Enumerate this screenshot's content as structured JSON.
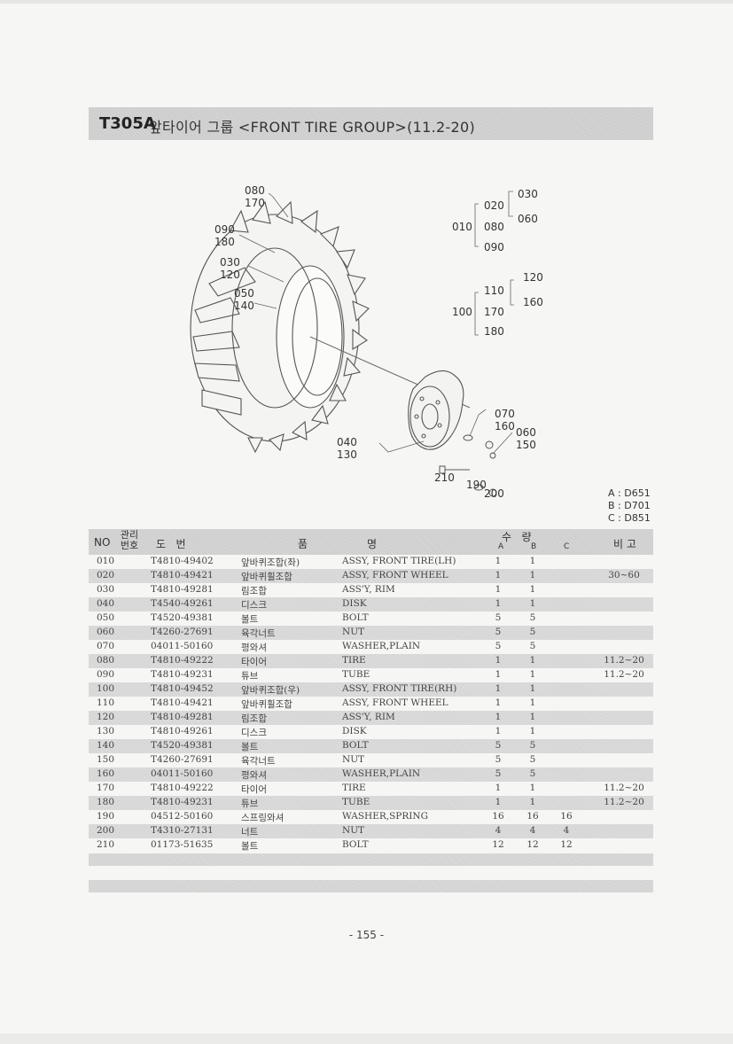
{
  "title": {
    "code": "T305A",
    "text": "앞타이어 그룹 <FRONT TIRE GROUP>(11.2-20)"
  },
  "diagram": {
    "callouts": [
      "080",
      "170",
      "090",
      "180",
      "030",
      "120",
      "050",
      "140",
      "040",
      "130",
      "210",
      "190",
      "200",
      "070",
      "160",
      "060",
      "150",
      "030",
      "020",
      "060",
      "010",
      "080",
      "090",
      "120",
      "110",
      "160",
      "100",
      "170",
      "180"
    ],
    "model_legend": [
      "A : D651",
      "B : D701",
      "C : D851"
    ]
  },
  "table": {
    "headers": {
      "no": "NO",
      "mgmt": "관리 번호",
      "code": "도   번",
      "name_left": "품",
      "name_right": "명",
      "qty": "수   량",
      "qty_a": "A",
      "qty_b": "B",
      "qty_c": "C",
      "note": "비 고"
    },
    "rows": [
      {
        "no": "010",
        "code": "T4810-49402",
        "kor": "앞바퀴조합(좌)",
        "eng": "ASSY, FRONT TIRE(LH)",
        "a": "1",
        "b": "1",
        "c": "",
        "note": ""
      },
      {
        "no": "020",
        "code": "T4810-49421",
        "kor": "앞바퀴휠조합",
        "eng": "ASSY, FRONT WHEEL",
        "a": "1",
        "b": "1",
        "c": "",
        "note": "30~60"
      },
      {
        "no": "030",
        "code": "T4810-49281",
        "kor": "림조합",
        "eng": "ASS'Y, RIM",
        "a": "1",
        "b": "1",
        "c": "",
        "note": ""
      },
      {
        "no": "040",
        "code": "T4540-49261",
        "kor": "디스크",
        "eng": "DISK",
        "a": "1",
        "b": "1",
        "c": "",
        "note": ""
      },
      {
        "no": "050",
        "code": "T4520-49381",
        "kor": "볼트",
        "eng": "BOLT",
        "a": "5",
        "b": "5",
        "c": "",
        "note": ""
      },
      {
        "no": "060",
        "code": "T4260-27691",
        "kor": "육각너트",
        "eng": "NUT",
        "a": "5",
        "b": "5",
        "c": "",
        "note": ""
      },
      {
        "no": "070",
        "code": "04011-50160",
        "kor": "평와셔",
        "eng": "WASHER,PLAIN",
        "a": "5",
        "b": "5",
        "c": "",
        "note": ""
      },
      {
        "no": "080",
        "code": "T4810-49222",
        "kor": "타이어",
        "eng": "TIRE",
        "a": "1",
        "b": "1",
        "c": "",
        "note": "11.2~20"
      },
      {
        "no": "090",
        "code": "T4810-49231",
        "kor": "튜브",
        "eng": "TUBE",
        "a": "1",
        "b": "1",
        "c": "",
        "note": "11.2~20"
      },
      {
        "no": "100",
        "code": "T4810-49452",
        "kor": "앞바퀴조합(우)",
        "eng": "ASSY, FRONT TIRE(RH)",
        "a": "1",
        "b": "1",
        "c": "",
        "note": ""
      },
      {
        "no": "110",
        "code": "T4810-49421",
        "kor": "앞바퀴휠조합",
        "eng": "ASSY, FRONT WHEEL",
        "a": "1",
        "b": "1",
        "c": "",
        "note": ""
      },
      {
        "no": "120",
        "code": "T4810-49281",
        "kor": "림조합",
        "eng": "ASS'Y, RIM",
        "a": "1",
        "b": "1",
        "c": "",
        "note": ""
      },
      {
        "no": "130",
        "code": "T4810-49261",
        "kor": "디스크",
        "eng": "DISK",
        "a": "1",
        "b": "1",
        "c": "",
        "note": ""
      },
      {
        "no": "140",
        "code": "T4520-49381",
        "kor": "볼트",
        "eng": "BOLT",
        "a": "5",
        "b": "5",
        "c": "",
        "note": ""
      },
      {
        "no": "150",
        "code": "T4260-27691",
        "kor": "육각너트",
        "eng": "NUT",
        "a": "5",
        "b": "5",
        "c": "",
        "note": ""
      },
      {
        "no": "160",
        "code": "04011-50160",
        "kor": "평와셔",
        "eng": "WASHER,PLAIN",
        "a": "5",
        "b": "5",
        "c": "",
        "note": ""
      },
      {
        "no": "170",
        "code": "T4810-49222",
        "kor": "타이어",
        "eng": "TIRE",
        "a": "1",
        "b": "1",
        "c": "",
        "note": "11.2~20"
      },
      {
        "no": "180",
        "code": "T4810-49231",
        "kor": "튜브",
        "eng": "TUBE",
        "a": "1",
        "b": "1",
        "c": "",
        "note": "11.2~20"
      },
      {
        "no": "190",
        "code": "04512-50160",
        "kor": "스프링와셔",
        "eng": "WASHER,SPRING",
        "a": "16",
        "b": "16",
        "c": "16",
        "note": ""
      },
      {
        "no": "200",
        "code": "T4310-27131",
        "kor": "너트",
        "eng": "NUT",
        "a": "4",
        "b": "4",
        "c": "4",
        "note": ""
      },
      {
        "no": "210",
        "code": "01173-51635",
        "kor": "볼트",
        "eng": "BOLT",
        "a": "12",
        "b": "12",
        "c": "12",
        "note": ""
      }
    ]
  },
  "page_number": "- 155 -"
}
